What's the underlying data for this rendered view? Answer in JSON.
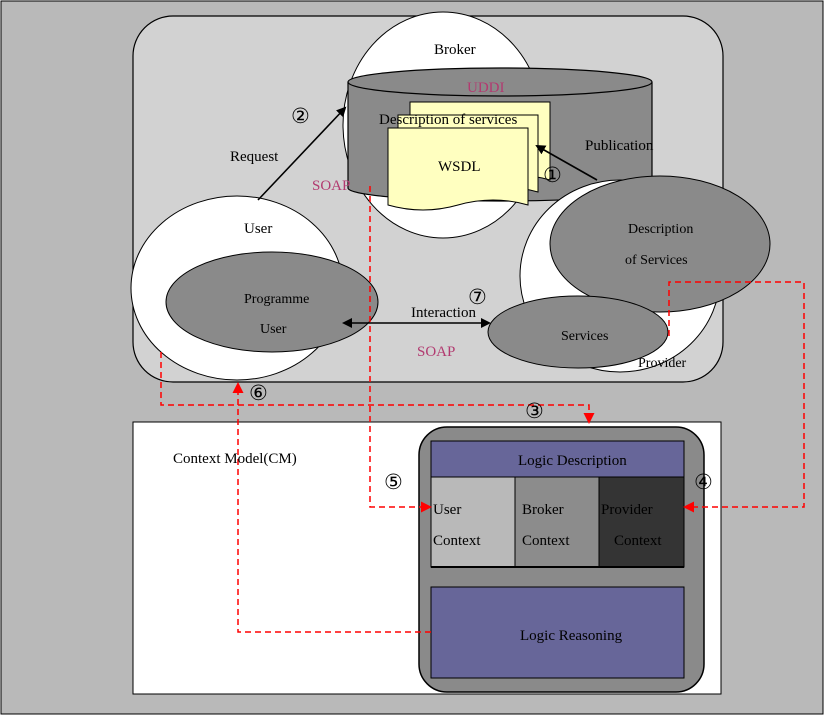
{
  "colors": {
    "page_bg": "#b9b9b9",
    "panel_bg": "#d2d2d2",
    "ellipse_gray": "#8a8a8a",
    "logic_purple": "#676699",
    "user_context": "#b9b9b9",
    "broker_context": "#8c8c8c",
    "provider_context": "#343434",
    "wsdl_yellow": "#ffffc0",
    "dashed_red": "#ff0000",
    "soap_label": "#b23a70"
  },
  "labels": {
    "broker": "Broker",
    "uddi": "UDDI",
    "description_of_services": "Description of services",
    "wsdl": "WSDL",
    "publication": "Publication",
    "request": "Request",
    "soap_top": "SOAP",
    "user": "User",
    "programme": "Programme",
    "programme_user": "User",
    "interaction": "Interaction",
    "soap_bottom": "SOAP",
    "services": "Services",
    "provider": "Provider",
    "description_line1": "Description",
    "description_line2": "of Services",
    "context_model": "Context Model(CM)",
    "logic_description": "Logic Description",
    "user_context_line1": "User",
    "user_context_line2": "Context",
    "broker_context_line1": "Broker",
    "broker_context_line2": "Context",
    "provider_context_line1": "Provider",
    "provider_context_line2": "Context",
    "logic_reasoning": "Logic Reasoning"
  },
  "steps": [
    "①",
    "②",
    "③",
    "④",
    "⑤",
    "⑥",
    "⑦"
  ]
}
